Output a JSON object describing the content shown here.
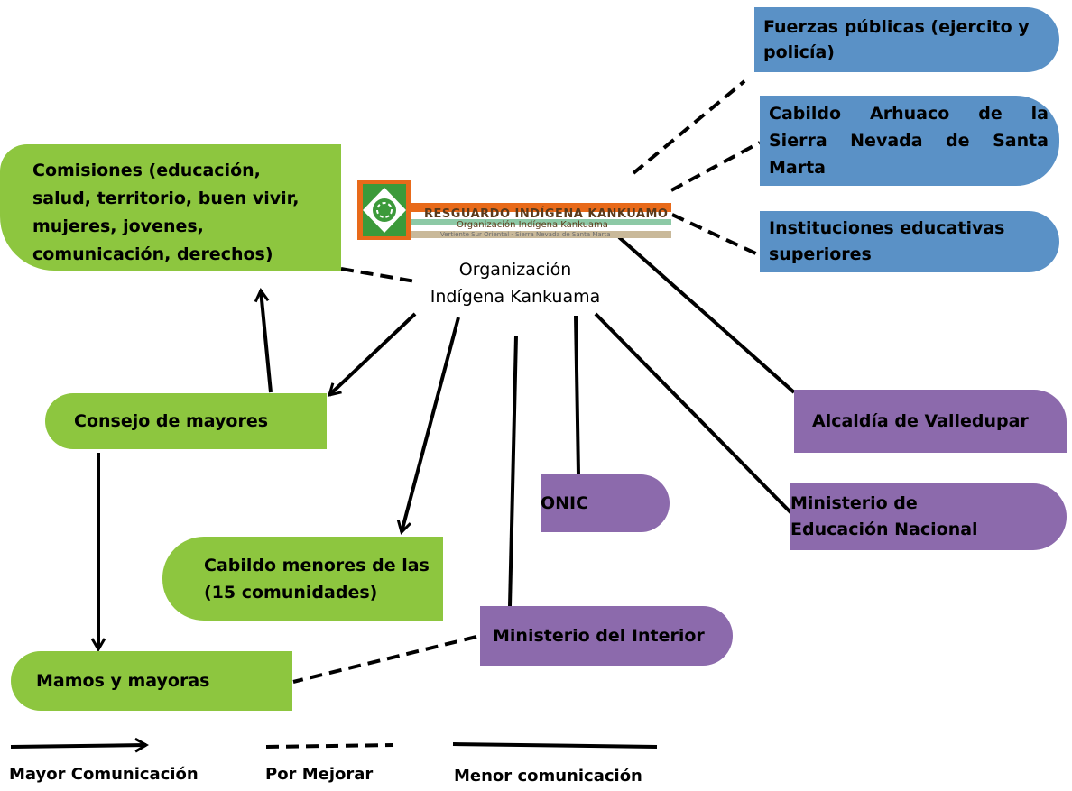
{
  "center": {
    "logo_title": "RESGUARDO INDÍGENA KANKUAMO",
    "logo_subtitle": "Organización Indígena Kankuama",
    "logo_tagline": "Vertiente Sur Oriental - Sierra Nevada de Santa Marta",
    "label_line1": "Organización",
    "label_line2": "Indígena Kankuama"
  },
  "nodes": {
    "comisiones": [
      "Comisiones (educación,",
      "salud, territorio, buen vivir,",
      "mujeres, jovenes,",
      "comunicación, derechos)"
    ],
    "consejo": "Consejo de mayores",
    "cabildo_menores": [
      "Cabildo menores de las",
      "(15 comunidades)"
    ],
    "mamos": "Mamos y mayoras",
    "fuerzas": [
      "Fuerzas públicas (ejercito y",
      "policía)"
    ],
    "cabildo_arhuaco": [
      "Cabildo Arhuaco de la",
      "Sierra Nevada de Santa",
      "Marta"
    ],
    "instituciones": [
      "Instituciones educativas",
      "superiores"
    ],
    "alcaldia": "Alcaldía de Valledupar",
    "onic": "ONIC",
    "ministerio_educacion": [
      "Ministerio de",
      "Educación Nacional"
    ],
    "ministerio_interior": "Ministerio del Interior"
  },
  "legend": {
    "mayor": "Mayor Comunicación",
    "mejorar": "Por Mejorar",
    "menor": "Menor comunicación"
  },
  "colors": {
    "green": "#8dc63f",
    "blue": "#5a91c6",
    "purple": "#8c6aac"
  }
}
